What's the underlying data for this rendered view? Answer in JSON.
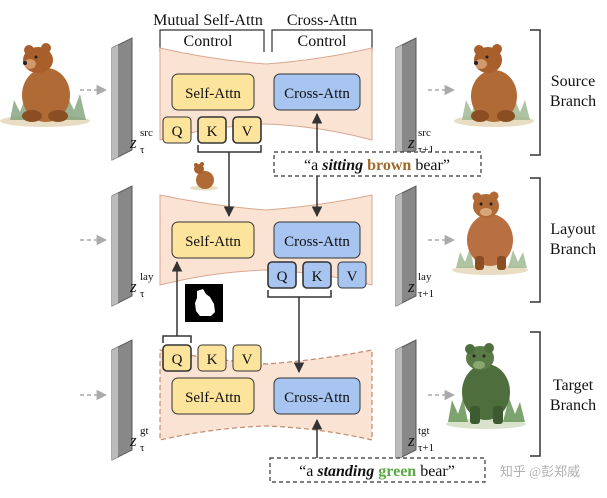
{
  "header": {
    "mutual_line1": "Mutual Self-Attn",
    "mutual_line2": "Control",
    "cross_line1": "Cross-Attn",
    "cross_line2": "Control"
  },
  "branches": [
    {
      "id": "source",
      "label_line1": "Source",
      "label_line2": "Branch",
      "self_attn": "Self-Attn",
      "cross_attn": "Cross-Attn",
      "z_in_sup": "src",
      "z_out_sup": "src",
      "z_in_sub": "τ",
      "z_out_sub": "τ+1",
      "prompt_prefix": "“a ",
      "prompt_verb": "sitting",
      "prompt_color_word": "brown",
      "prompt_suffix": " bear”",
      "qkv": [
        "Q",
        "K",
        "V"
      ]
    },
    {
      "id": "layout",
      "label_line1": "Layout",
      "label_line2": "Branch",
      "self_attn": "Self-Attn",
      "cross_attn": "Cross-Attn",
      "z_in_sup": "lay",
      "z_out_sup": "lay",
      "z_in_sub": "τ",
      "z_out_sub": "τ+1",
      "qkv": [
        "Q",
        "K",
        "V"
      ]
    },
    {
      "id": "target",
      "label_line1": "Target",
      "label_line2": "Branch",
      "self_attn": "Self-Attn",
      "cross_attn": "Cross-Attn",
      "z_in_sup": "gt",
      "z_out_sup": "tgt",
      "z_in_sub": "τ",
      "z_out_sub": "τ+1",
      "prompt_prefix": "“a ",
      "prompt_verb": "standing",
      "prompt_color_word": "green",
      "prompt_suffix": " bear”",
      "qkv": [
        "Q",
        "K",
        "V"
      ]
    }
  ],
  "z_symbol": "z",
  "watermark": "知乎 @彭郑威",
  "colors": {
    "self_attn_fill": "#fde49c",
    "cross_attn_fill": "#a8c4f0",
    "unet_fill": "#fbe3d4",
    "brown_word": "#a0692a",
    "green_word": "#5aa844",
    "bear_brown": "#b06a35",
    "bear_green": "#4e6e3e"
  }
}
